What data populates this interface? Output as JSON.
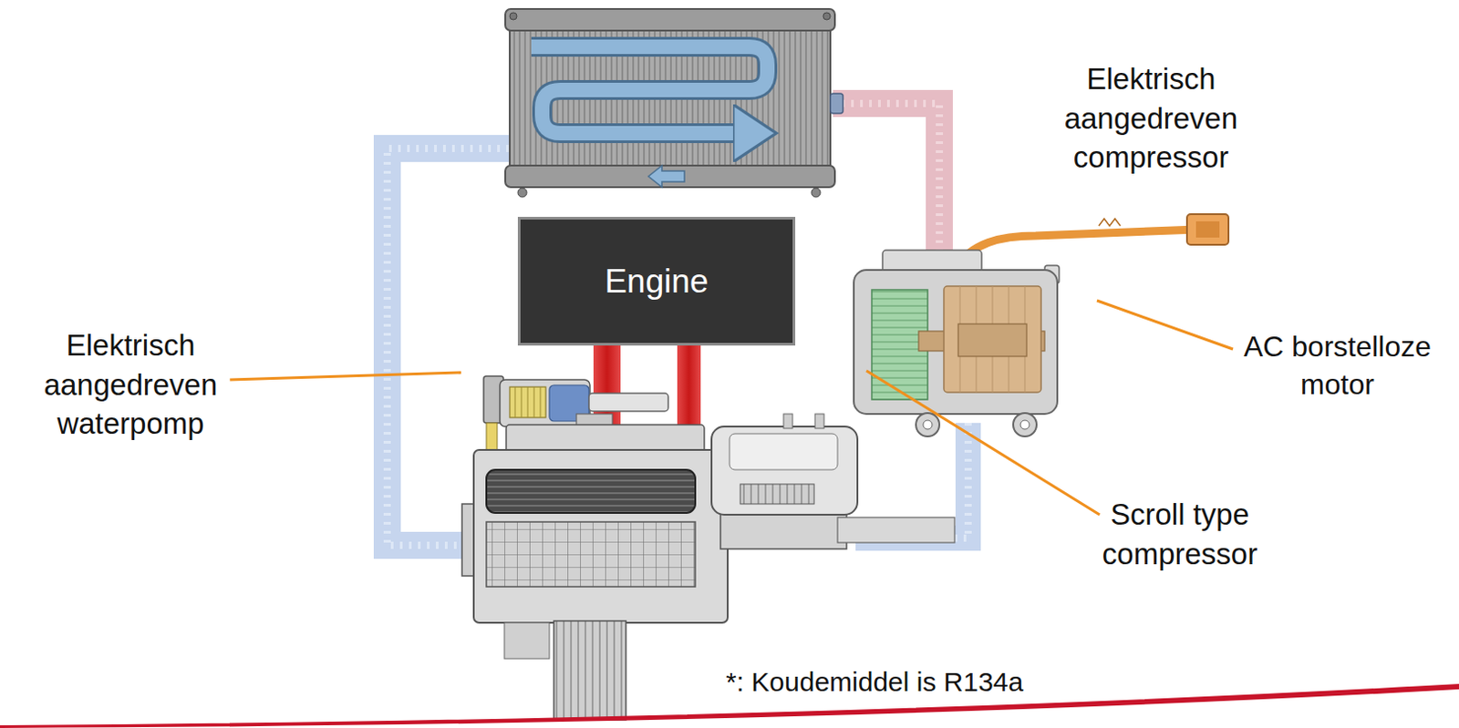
{
  "diagram": {
    "nodes": [
      {
        "text": [
          "Engine"
        ]
      }
    ],
    "labels": [
      "Elektrisch aangedreven compressor",
      "Elektrisch aangedreven waterpomp",
      "AC borstelloze motor",
      "Scroll type compressor",
      "*: Koudemiddel is R134a"
    ]
  }
}
